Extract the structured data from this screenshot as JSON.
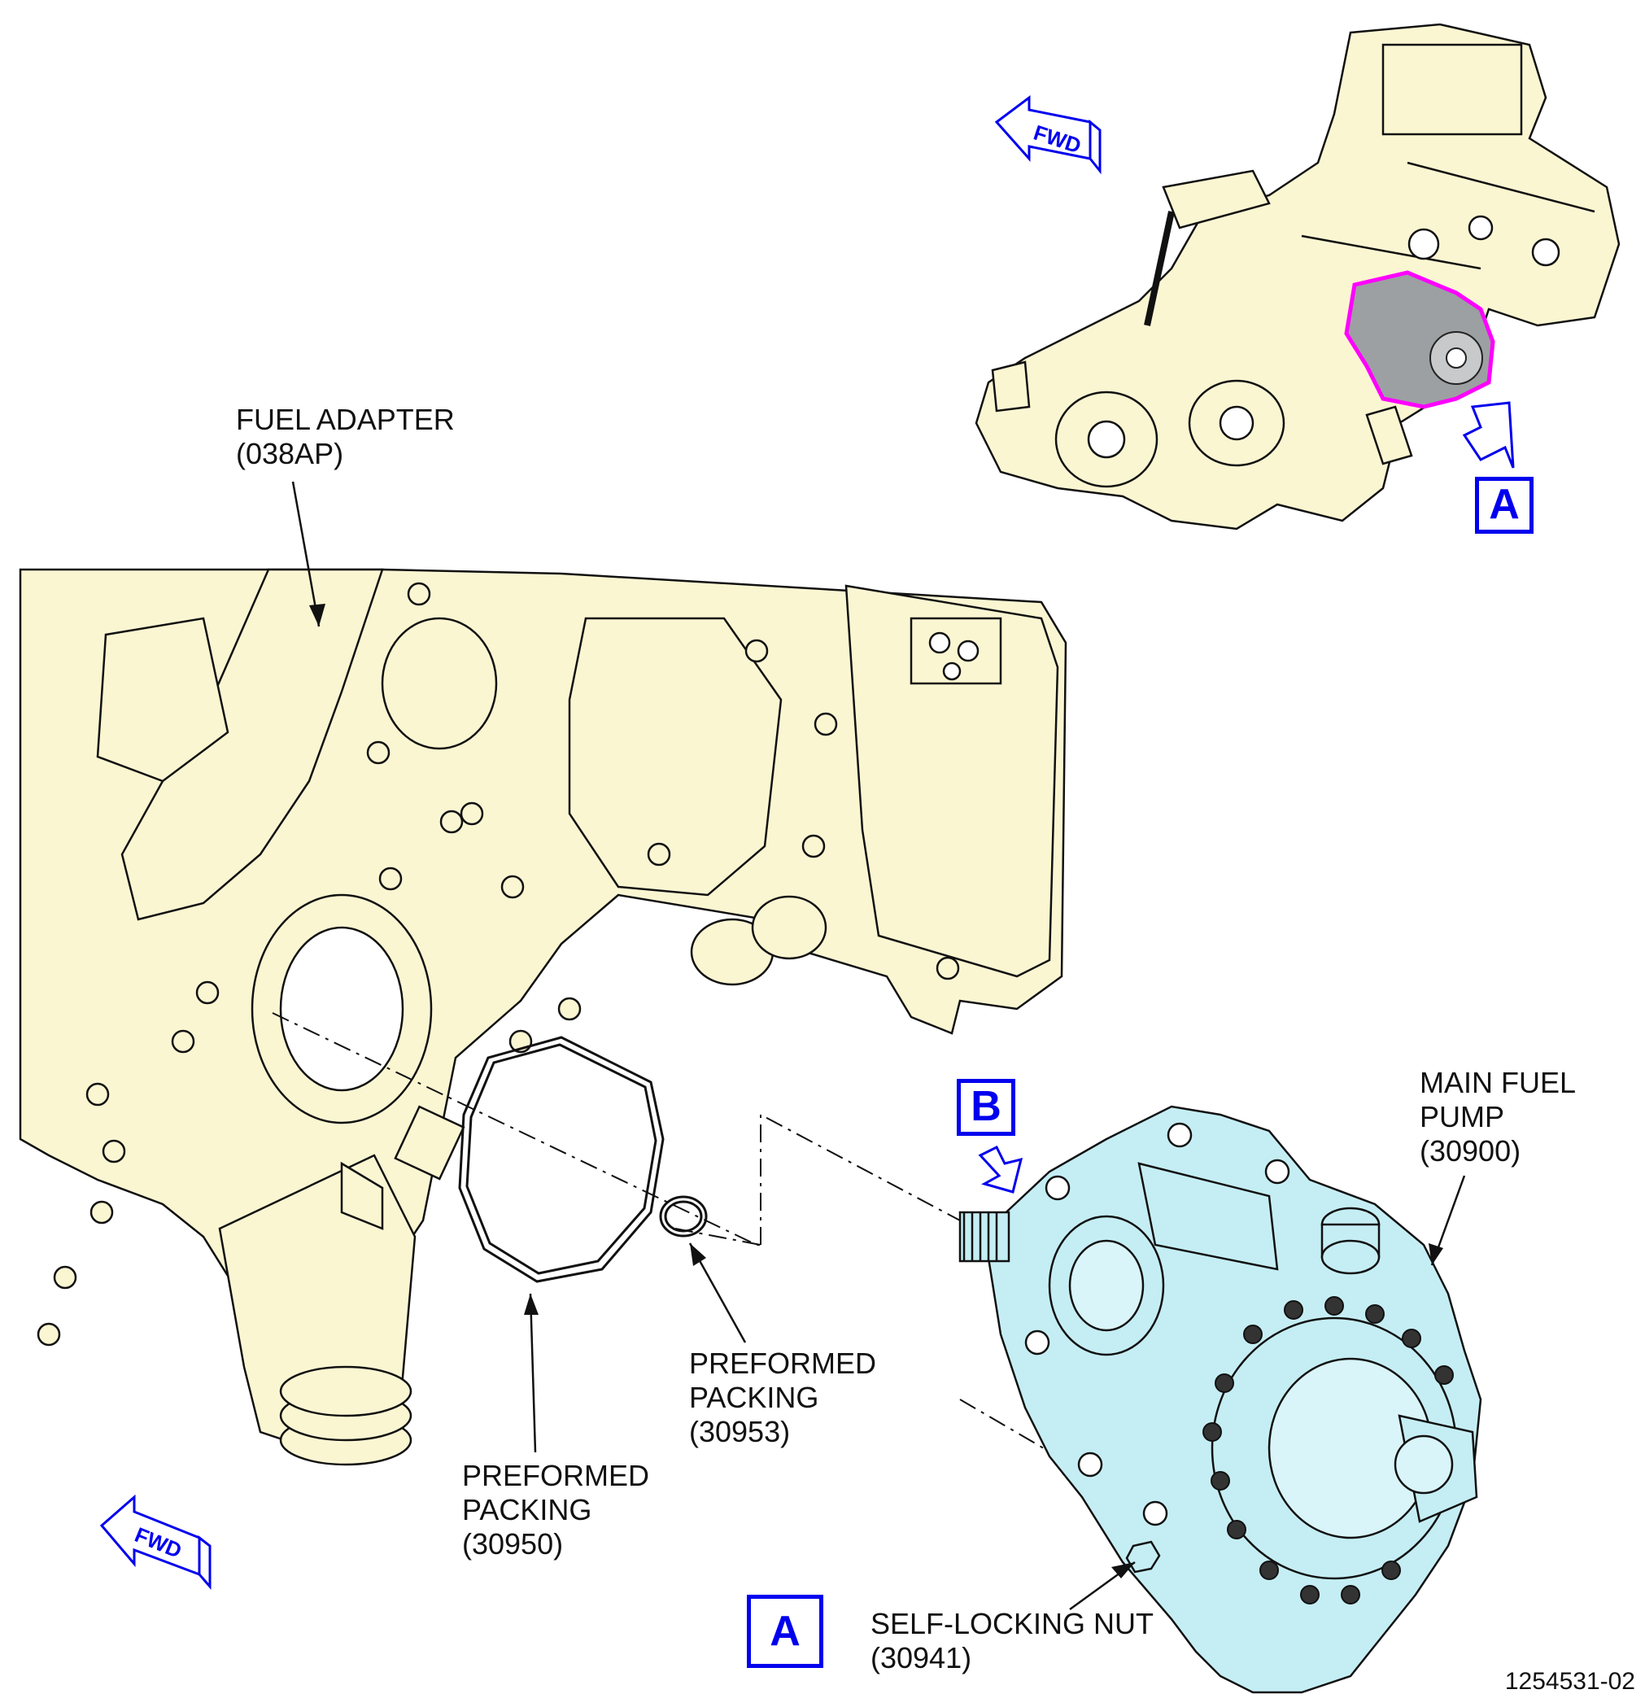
{
  "colors": {
    "engine": "#fbf6d2",
    "pump": "#c5eef4",
    "highlight": "#ff00ff",
    "callout": "#0000ee",
    "line": "#111111"
  },
  "overview": {
    "fwd_label": "FWD",
    "view_label": "A"
  },
  "detail": {
    "fwd_label": "FWD",
    "view_label": "A",
    "arrow_label": "B"
  },
  "labels": {
    "fuel_adapter": [
      "FUEL ADAPTER",
      "(038AP)"
    ],
    "main_fuel_pump": [
      "MAIN FUEL",
      "PUMP",
      "(30900)"
    ],
    "packing_30953": [
      "PREFORMED",
      "PACKING",
      "(30953)"
    ],
    "packing_30950": [
      "PREFORMED",
      "PACKING",
      "(30950)"
    ],
    "self_locking_nut": [
      "SELF-LOCKING NUT",
      "(30941)"
    ]
  },
  "doc_number": "1254531-02"
}
